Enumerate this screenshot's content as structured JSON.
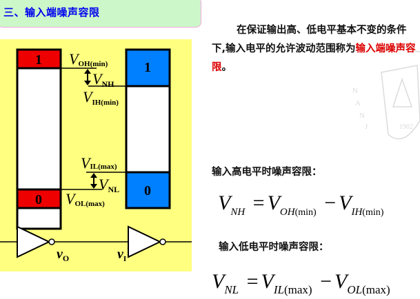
{
  "header": {
    "title": "三、输入端噪声容限"
  },
  "description": {
    "text_before": "在保证输出高、低电平基本不变的条件下,输入电平的允许波动范围称为",
    "highlight": "输入端噪声容限",
    "text_after": "。"
  },
  "high_level": {
    "label": "输入高电平时噪声容限：",
    "formula": {
      "lhs": "V",
      "lhs_sub": "NH",
      "term1": "V",
      "term1_sub": "OH",
      "term1_sub2": "(min)",
      "term2": "V",
      "term2_sub": "IH",
      "term2_sub2": "(min)",
      "eq": "=",
      "minus": "−"
    }
  },
  "low_level": {
    "label": "输入低电平时噪声容限：",
    "formula": {
      "lhs": "V",
      "lhs_sub": "NL",
      "term1": "V",
      "term1_sub": "IL",
      "term1_sub2": "(max)",
      "term2": "V",
      "term2_sub": "OL",
      "term2_sub2": "(max)",
      "eq": "=",
      "minus": "−"
    }
  },
  "diagram": {
    "background": "#ffff80",
    "output_bar": {
      "color": "#ee0000",
      "top_label": "1",
      "bottom_label": "0"
    },
    "input_bar": {
      "color": "#0080ff",
      "top_label": "1",
      "bottom_label": "0"
    },
    "labels": {
      "voh": "V",
      "voh_sub": "OH(min)",
      "vnh": "V",
      "vnh_sub": "NH",
      "vih": "V",
      "vih_sub": "IH(min)",
      "vil": "V",
      "vil_sub": "IL(max)",
      "vnl": "V",
      "vnl_sub": "NL",
      "vol": "V",
      "vol_sub": "OL(max)"
    },
    "gates": {
      "output_label": "v",
      "output_sub": "O",
      "input_label": "v",
      "input_sub": "I"
    }
  },
  "colors": {
    "title_bg": "#ccf8c9",
    "title_text": "#0000ee",
    "highlight": "#dd0000"
  }
}
